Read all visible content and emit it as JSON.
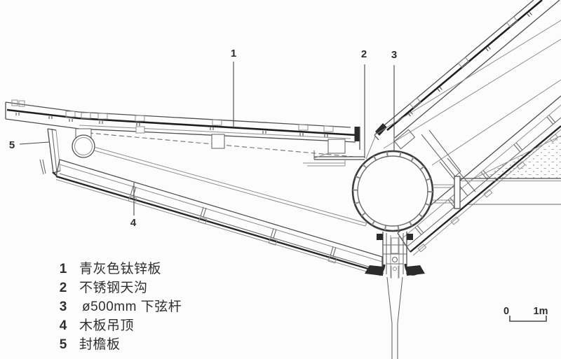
{
  "drawing": {
    "callouts": {
      "c1": "1",
      "c2": "2",
      "c3": "3",
      "c4": "4",
      "c5": "5"
    }
  },
  "legend": {
    "items": [
      {
        "num": "1",
        "label": "青灰色钛锌板"
      },
      {
        "num": "2",
        "label": "不锈钢天沟"
      },
      {
        "num": "3",
        "label": "ø500mm 下弦杆"
      },
      {
        "num": "4",
        "label": "木板吊顶"
      },
      {
        "num": "5",
        "label": "封檐板"
      }
    ]
  },
  "scale_bar": {
    "zero": "0",
    "one": "1m"
  },
  "colors": {
    "background": "#fcfcfc",
    "line": "#4f4f4f",
    "dark": "#1e1e1e"
  }
}
